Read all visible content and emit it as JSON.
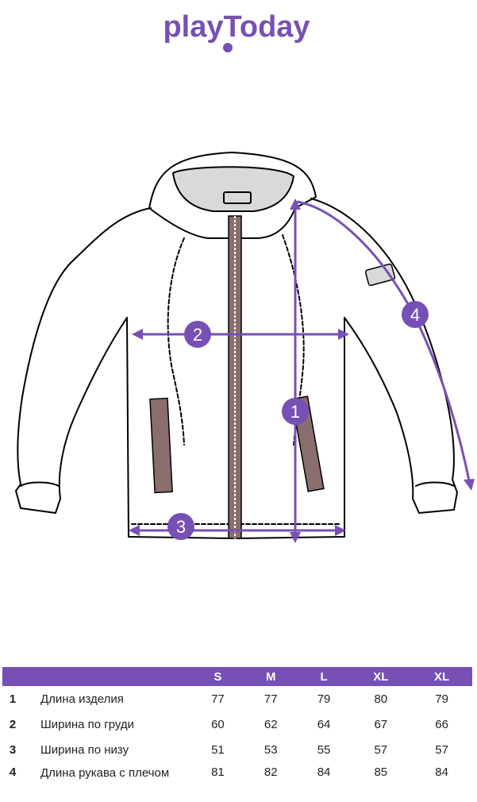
{
  "brand": {
    "logo_text": "playToday",
    "colors": {
      "accent": "#7650b4",
      "line": "#000000"
    }
  },
  "diagram": {
    "markers": [
      {
        "number": "1",
        "meaning": "Длина изделия"
      },
      {
        "number": "2",
        "meaning": "Ширина по груди"
      },
      {
        "number": "3",
        "meaning": "Ширина по низу"
      },
      {
        "number": "4",
        "meaning": "Длина рукава с плечом"
      }
    ]
  },
  "size_table": {
    "header": [
      "",
      "",
      "S",
      "M",
      "L",
      "XL",
      "XL"
    ],
    "rows": [
      {
        "num": "1",
        "label": "Длина изделия",
        "values": [
          "77",
          "77",
          "79",
          "80",
          "79"
        ]
      },
      {
        "num": "2",
        "label": "Ширина по груди",
        "values": [
          "60",
          "62",
          "64",
          "67",
          "66"
        ]
      },
      {
        "num": "3",
        "label": "Ширина по низу",
        "values": [
          "51",
          "53",
          "55",
          "57",
          "57"
        ]
      },
      {
        "num": "4",
        "label": "Длина рукава с плечом",
        "values": [
          "81",
          "82",
          "84",
          "85",
          "84"
        ]
      }
    ]
  }
}
